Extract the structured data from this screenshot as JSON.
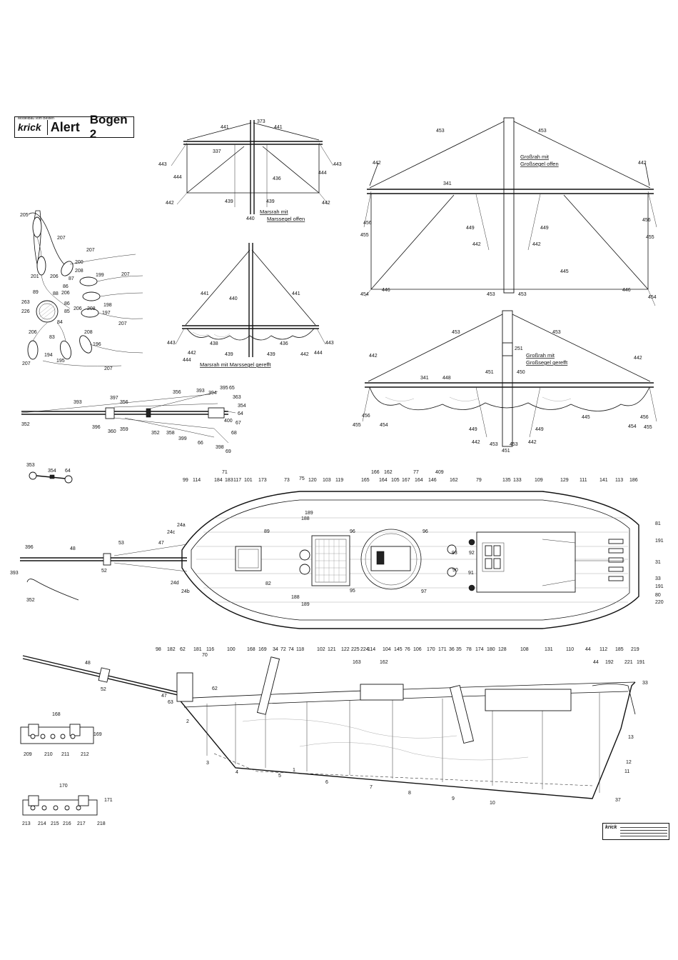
{
  "title_block": {
    "brand": "krick",
    "brand_small": "Modellbau vom Besten",
    "model": "Alert",
    "sheet": "Bogen 2"
  },
  "captions": {
    "topsail_yard_open_line1": "Marsrah mit",
    "topsail_yard_open_line2": "Marssegel offen",
    "topsail_yard_reefed": "Marsrah mit Marssegel gerefft",
    "main_yard_open_line1": "Großrah mit",
    "main_yard_open_line2": "Großsegel offen",
    "main_yard_reefed_line1": "Großrah mit",
    "main_yard_reefed_line2": "Großsegel gerefft"
  },
  "part_numbers": {
    "topsail_open": [
      "441",
      "373",
      "441",
      "337",
      "443",
      "444",
      "436",
      "444",
      "443",
      "442",
      "439",
      "439",
      "442",
      "440"
    ],
    "topsail_reefed": [
      "441",
      "440",
      "441",
      "443",
      "442",
      "438",
      "436",
      "443",
      "444",
      "439",
      "439",
      "442",
      "444"
    ],
    "main_open": [
      "453",
      "453",
      "442",
      "442",
      "341",
      "449",
      "449",
      "442",
      "442",
      "456",
      "455",
      "456",
      "455",
      "445",
      "454",
      "446",
      "453",
      "453",
      "446",
      "454"
    ],
    "main_reefed": [
      "453",
      "453",
      "251",
      "442",
      "442",
      "451",
      "450",
      "341",
      "448",
      "449",
      "449",
      "445",
      "456",
      "455",
      "454",
      "456",
      "454",
      "455",
      "442",
      "453",
      "451",
      "453",
      "442"
    ],
    "block_detail": [
      "205",
      "207",
      "200",
      "207",
      "208",
      "199",
      "207",
      "201",
      "206",
      "87",
      "89",
      "86",
      "206",
      "88",
      "86",
      "198",
      "263",
      "226",
      "85",
      "206",
      "208",
      "197",
      "84",
      "207",
      "83",
      "206",
      "194",
      "208",
      "196",
      "195",
      "207",
      "207"
    ],
    "bowsprit_rigging": [
      "356",
      "393",
      "394",
      "395",
      "65",
      "397",
      "356",
      "363",
      "393",
      "354",
      "64",
      "352",
      "396",
      "360",
      "359",
      "352",
      "358",
      "399",
      "398",
      "400",
      "67",
      "68",
      "66",
      "69"
    ],
    "small_detail": [
      "353",
      "354",
      "64",
      "352"
    ],
    "deck_top": [
      "99",
      "114",
      "71",
      "184",
      "183",
      "117",
      "101",
      "173",
      "73",
      "75",
      "120",
      "103",
      "119",
      "165",
      "166",
      "162",
      "164",
      "105",
      "167",
      "77",
      "164",
      "409",
      "146",
      "162",
      "79",
      "135",
      "133",
      "109",
      "129",
      "111",
      "141",
      "113",
      "186"
    ],
    "deck_left": [
      "24a",
      "24c",
      "53",
      "48",
      "47",
      "396",
      "393",
      "52",
      "24d",
      "24b",
      "89",
      "82",
      "188",
      "189",
      "188",
      "189",
      "95",
      "96",
      "97",
      "93",
      "92",
      "90",
      "91",
      "96"
    ],
    "deck_right": [
      "81",
      "191",
      "31",
      "33",
      "191",
      "80",
      "220"
    ],
    "deck_bottom": [
      "98",
      "182",
      "62",
      "181",
      "116",
      "70",
      "100",
      "168",
      "169",
      "34",
      "72",
      "74",
      "118",
      "102",
      "121",
      "122",
      "225",
      "224",
      "114",
      "104",
      "145",
      "76",
      "106",
      "170",
      "171",
      "36",
      "35",
      "78",
      "174",
      "180",
      "128",
      "108",
      "131",
      "110",
      "44",
      "112",
      "185",
      "219"
    ],
    "side_view": [
      "48",
      "52",
      "47",
      "63",
      "62",
      "163",
      "162",
      "44",
      "192",
      "221",
      "191",
      "33",
      "2",
      "3",
      "4",
      "5",
      "1",
      "6",
      "7",
      "8",
      "9",
      "10",
      "11",
      "12",
      "13",
      "37"
    ],
    "bitts_a": [
      "168",
      "169",
      "209",
      "210",
      "211",
      "212"
    ],
    "bitts_b": [
      "170",
      "171",
      "213",
      "214",
      "215",
      "216",
      "217",
      "218"
    ]
  },
  "footer": {
    "brand": "krick"
  }
}
